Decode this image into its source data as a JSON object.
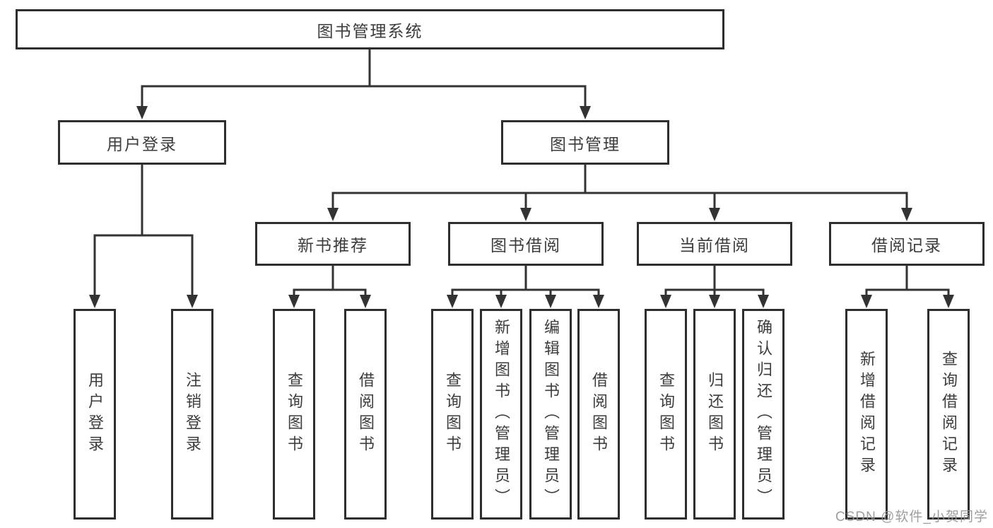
{
  "colors": {
    "line": "#333333",
    "box_border": "#2e2e2e",
    "text": "#3c3c3c",
    "watermark": "#969696",
    "background": "#ffffff"
  },
  "watermark": {
    "text": "CSDN @软件_小贺同学"
  },
  "tree": {
    "label": "图书管理系统",
    "children": [
      {
        "label": "用户登录",
        "children": [
          {
            "label": "用户登录"
          },
          {
            "label": "注销登录"
          }
        ]
      },
      {
        "label": "图书管理",
        "children": [
          {
            "label": "新书推荐",
            "children": [
              {
                "label": "查询图书"
              },
              {
                "label": "借阅图书"
              }
            ]
          },
          {
            "label": "图书借阅",
            "children": [
              {
                "label": "查询图书"
              },
              {
                "label": "新增图书（管理员）"
              },
              {
                "label": "编辑图书（管理员）"
              },
              {
                "label": "借阅图书"
              }
            ]
          },
          {
            "label": "当前借阅",
            "children": [
              {
                "label": "查询图书"
              },
              {
                "label": "归还图书"
              },
              {
                "label": "确认归还（管理员）"
              }
            ]
          },
          {
            "label": "借阅记录",
            "children": [
              {
                "label": "新增借阅记录"
              },
              {
                "label": "查询借阅记录"
              }
            ]
          }
        ]
      }
    ]
  }
}
